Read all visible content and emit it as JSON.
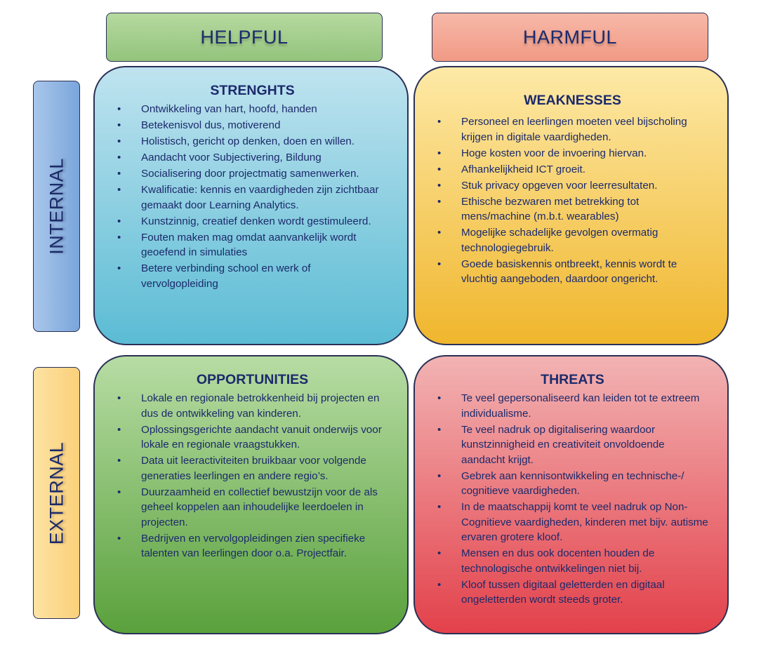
{
  "headers": {
    "helpful": "HELPFUL",
    "harmful": "HARMFUL"
  },
  "sides": {
    "internal": "INTERNAL",
    "external": "EXTERNAL"
  },
  "strengths": {
    "title": "STRENGHTS",
    "items": [
      "Ontwikkeling van hart, hoofd, handen",
      "Betekenisvol dus, motiverend",
      "Holistisch, gericht op denken, doen en willen.",
      "Aandacht voor Subjectivering, Bildung",
      "Socialisering door projectmatig samenwerken.",
      "Kwalificatie: kennis en vaardigheden zijn zichtbaar gemaakt door Learning Analytics.",
      "Kunstzinnig, creatief denken wordt gestimuleerd.",
      "Fouten maken mag omdat aanvankelijk wordt geoefend in simulaties",
      "Betere verbinding school en werk of vervolgopleiding"
    ]
  },
  "weaknesses": {
    "title": "WEAKNESSES",
    "items": [
      "Personeel en leerlingen moeten veel bijscholing krijgen in digitale vaardigheden.",
      "Hoge kosten voor de invoering hiervan.",
      "Afhankelijkheid ICT groeit.",
      "Stuk privacy opgeven voor leerresultaten.",
      "Ethische bezwaren met betrekking tot mens/machine (m.b.t. wearables)",
      "Mogelijke schadelijke gevolgen overmatig technologiegebruik.",
      "Goede basiskennis ontbreekt, kennis wordt te vluchtig aangeboden, daardoor ongericht."
    ]
  },
  "opportunities": {
    "title": "OPPORTUNITIES",
    "items": [
      "Lokale en regionale betrokkenheid bij projecten en dus de ontwikkeling van kinderen.",
      "Oplossingsgerichte aandacht vanuit onderwijs voor lokale en regionale vraagstukken.",
      "Data uit leeractiviteiten bruikbaar voor volgende generaties leerlingen en andere regio’s.",
      "Duurzaamheid en collectief bewustzijn voor de als geheel koppelen aan inhoudelijke leerdoelen in projecten.",
      "Bedrijven en vervolgopleidingen zien specifieke talenten van leerlingen door o.a. Projectfair."
    ]
  },
  "threats": {
    "title": "THREATS",
    "items": [
      "Te veel gepersonaliseerd kan leiden tot te extreem individualisme.",
      "Te veel nadruk op digitalisering waardoor kunstzinnigheid en creativiteit onvoldoende aandacht krijgt.",
      "Gebrek aan kennisontwikkeling en technische-/ cognitieve vaardigheden.",
      "In de maatschappij komt te veel nadruk op Non-Cognitieve vaardigheden, kinderen met bijv. autisme ervaren grotere kloof.",
      "Mensen en dus ook docenten houden de technologische ontwikkelingen niet bij.",
      "Kloof tussen digitaal geletterden en digitaal ongeletterden wordt steeds groter."
    ]
  },
  "bullet_glyph": "•"
}
